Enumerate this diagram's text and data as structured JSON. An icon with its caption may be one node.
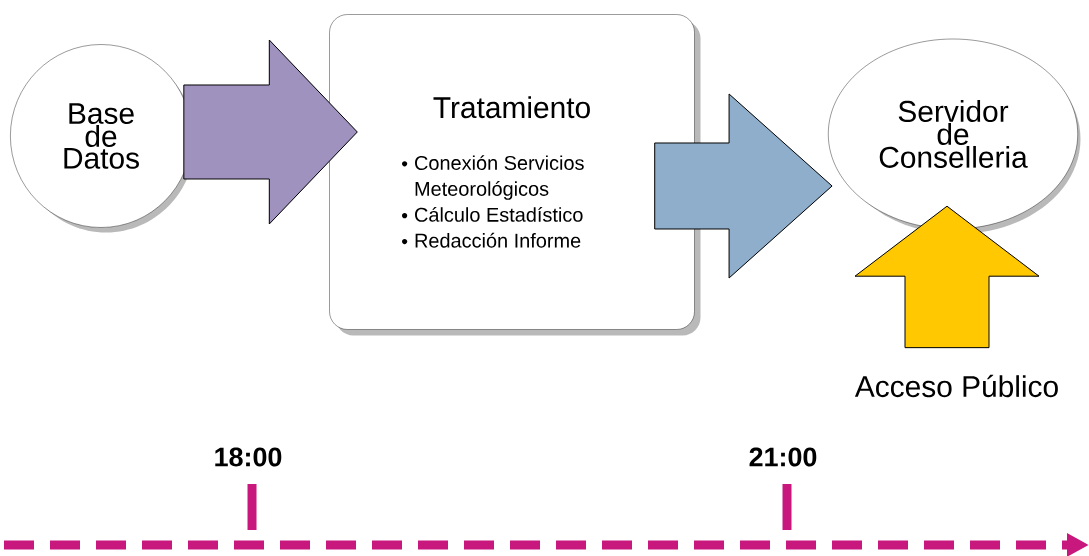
{
  "diagram": {
    "nodes": [
      {
        "text": [
          "Base de Datos"
        ]
      },
      {
        "text": [
          "Tratamiento",
          "Conexión Servicios Meteorológicos",
          "Cálculo Estadístico",
          "Redacción Informe"
        ]
      },
      {
        "text": [
          "Servidor de Conselleria"
        ]
      },
      {
        "text": [
          "Acceso Público"
        ]
      }
    ],
    "edges": [
      {
        "from": 0,
        "to": 1,
        "arrow": "to",
        "color": "#a092bf"
      },
      {
        "from": 1,
        "to": 2,
        "arrow": "to",
        "color": "#8eaecb"
      },
      {
        "from": 3,
        "to": 2,
        "arrow": "to",
        "color": "#ffc800"
      }
    ],
    "labels": [
      "18:00",
      "21:00"
    ]
  }
}
